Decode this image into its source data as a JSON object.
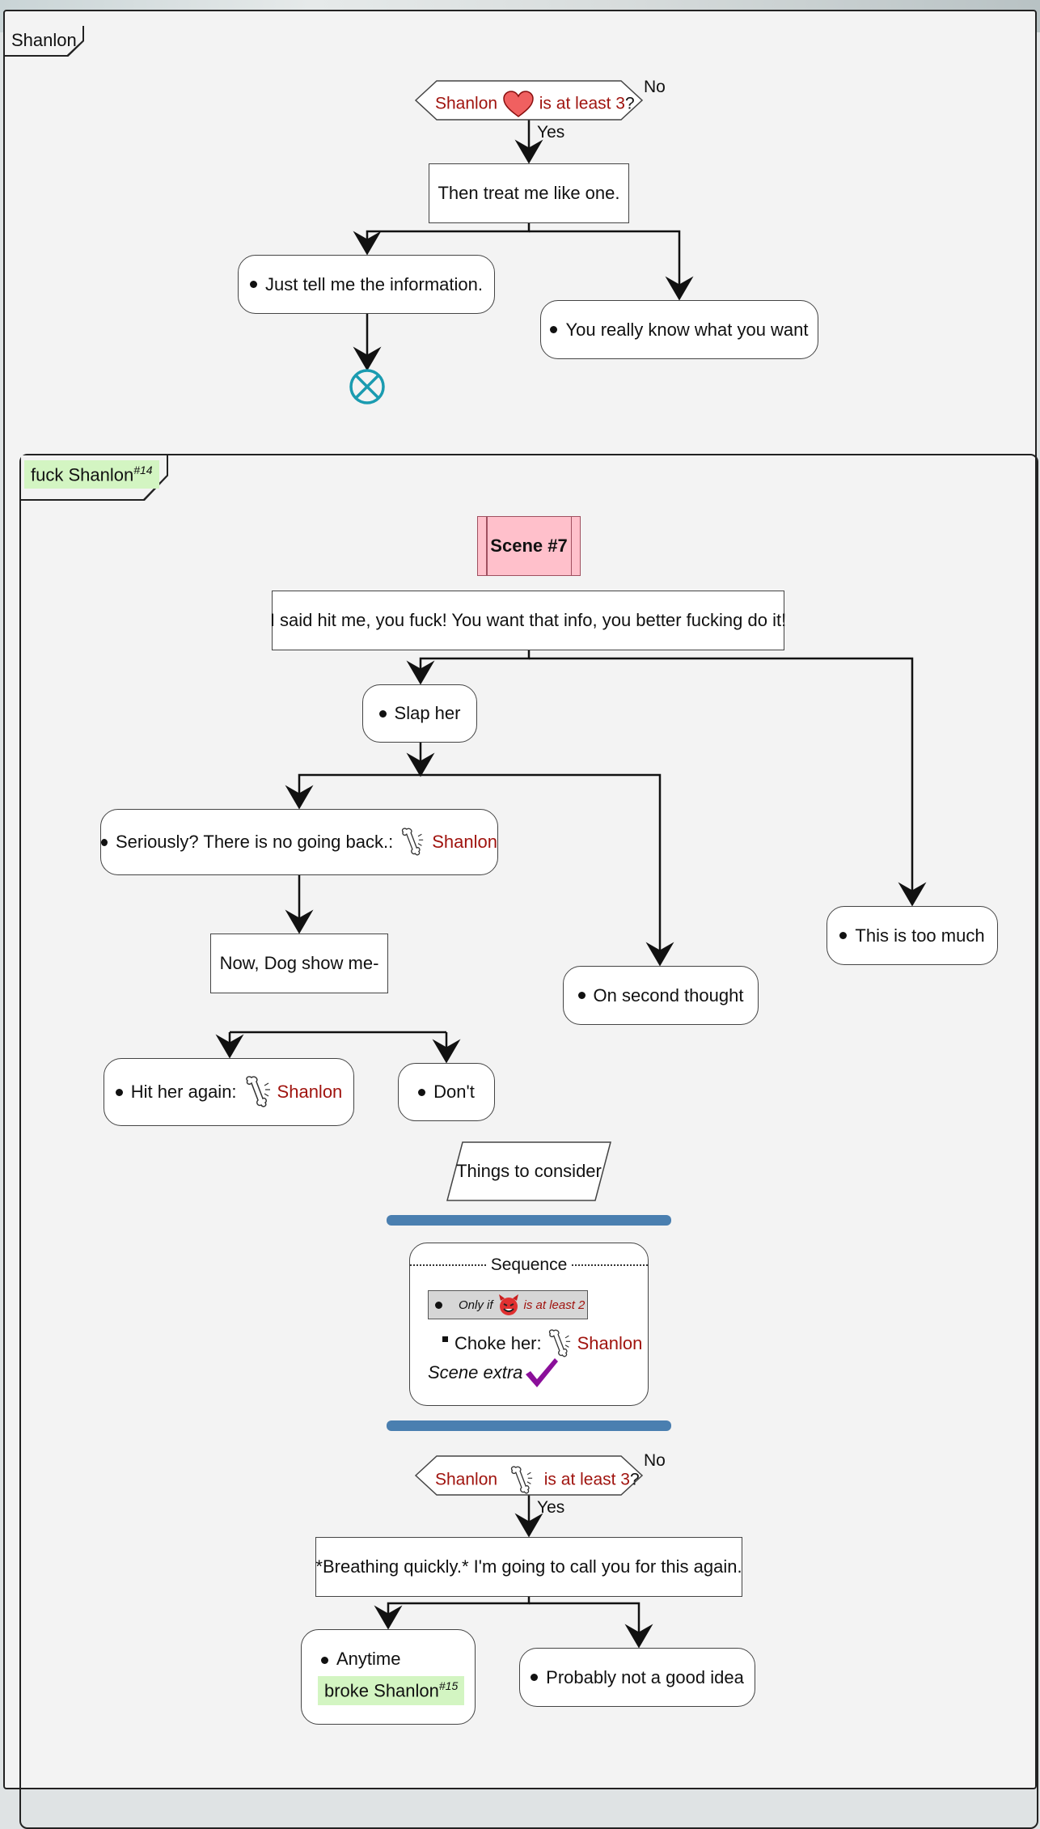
{
  "outer_group": {
    "label": "Shanlon"
  },
  "decision_1": {
    "subject": "Shanlon",
    "condition": "is at least 3",
    "qmark": "?",
    "no_label": "No",
    "yes_label": "Yes"
  },
  "node_treat": "Then treat me like one.",
  "choice_info": "Just tell me the information.",
  "choice_want": "You really know what you want",
  "inner_group": {
    "label": "fuck Shanlon",
    "number": "#14"
  },
  "scene": "Scene #7",
  "node_hit": "I said hit me, you fuck! You want that info, you better fucking do it!",
  "choice_slap": "Slap her",
  "choice_seriously": {
    "text": "Seriously? There is no going back.:",
    "name": "Shanlon"
  },
  "node_dog": "Now, Dog show me-",
  "choice_second": "On second thought",
  "choice_toomuch": "This is too much",
  "choice_hitagain": {
    "text": "Hit her again:",
    "name": "Shanlon"
  },
  "choice_dont": "Don't",
  "consider": "Things to consider",
  "sequence": {
    "title": "Sequence",
    "only_if": "Only if",
    "condition": "is at least 2",
    "choke": "Choke her:",
    "name": "Shanlon",
    "extra": "Scene extra"
  },
  "decision_2": {
    "subject": "Shanlon",
    "condition": "is at least 3",
    "qmark": "?",
    "no_label": "No",
    "yes_label": "Yes"
  },
  "node_breathing": "*Breathing quickly.* I'm going to call you for this again.",
  "choice_anytime": "Anytime",
  "tag_broke": {
    "label": "broke Shanlon",
    "number": "#15"
  },
  "choice_probably": "Probably not a good idea",
  "colors": {
    "name_red": "#a0140f",
    "green_tag": "#d3f5c2",
    "sync_bar": "#4a7fb0",
    "scene_pink": "#ffc0cb",
    "stop_teal": "#1a9bb0",
    "check_purple": "#8b0f9a"
  },
  "icons": [
    "heart-icon",
    "bone-icon",
    "devil-icon",
    "checkmark-icon",
    "stop-icon"
  ]
}
